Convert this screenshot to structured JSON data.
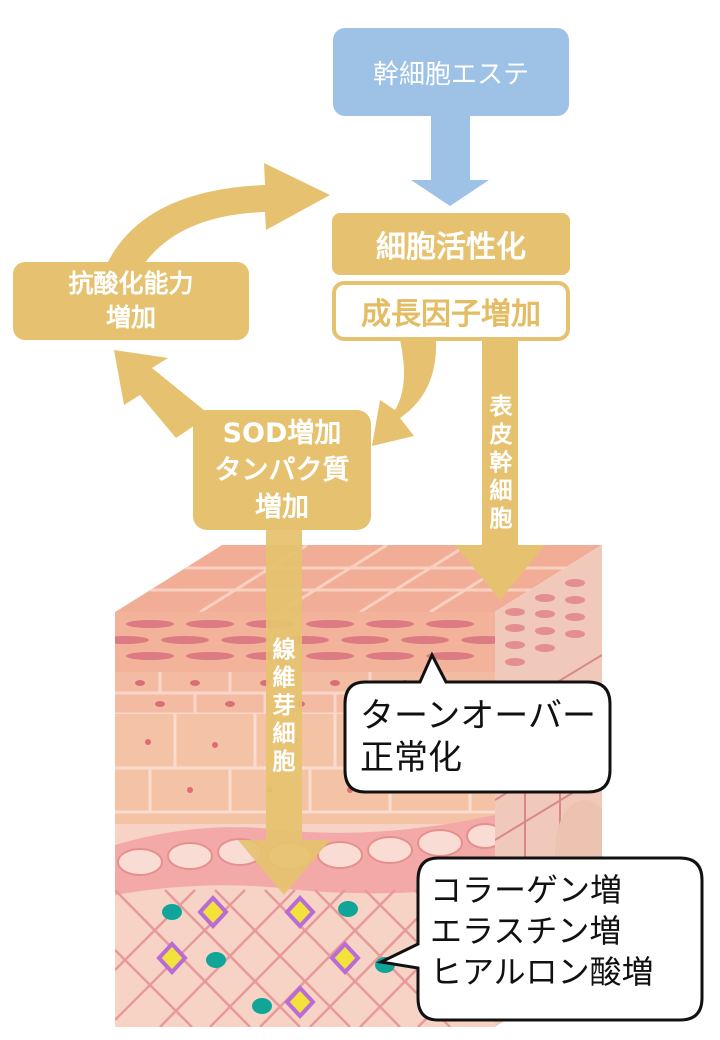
{
  "diagram": {
    "top_box": "幹細胞エステ",
    "activation": "細胞活性化",
    "growth_factor": "成長因子増加",
    "antioxidant": [
      "抗酸化能力",
      "増加"
    ],
    "sod": [
      "SOD増加",
      "タンパク質",
      "増加"
    ],
    "epidermal_label": [
      "表",
      "皮",
      "幹",
      "細",
      "胞"
    ],
    "fibroblast_label": [
      "線",
      "維",
      "芽",
      "細",
      "胞"
    ],
    "turnover_callout": [
      "ターンオーバー",
      "正常化"
    ],
    "collagen_callout": [
      "コラーゲン増",
      "エラスチン増",
      "ヒアルロン酸増"
    ]
  },
  "colors": {
    "gold": "#e6c270",
    "blue": "#9dc2e6",
    "skin_outer": "#f3b39a",
    "skin_cell": "#f4c0a6",
    "dermis": "#f6d3c4",
    "fiber": "#e79a9a",
    "teal_cell": "#11a59a",
    "purple_cell": "#b96bd6",
    "yellow_core": "#f3e23b"
  }
}
